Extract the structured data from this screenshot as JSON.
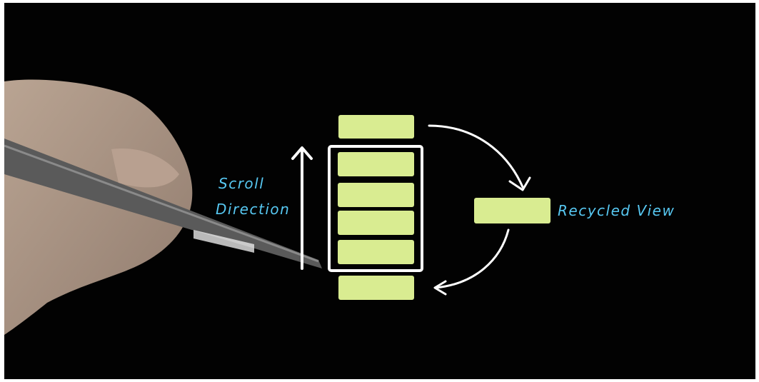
{
  "labels": {
    "scroll_line1": "Scroll",
    "scroll_line2": "Direction",
    "recycled": "Recycled View"
  },
  "colors": {
    "background": "#020202",
    "item_fill": "#d9ec91",
    "stroke": "#ffffff",
    "label_text": "#57c8f2"
  },
  "list": {
    "above_viewport_items": 1,
    "visible_items": 4,
    "below_viewport_items": 1
  }
}
